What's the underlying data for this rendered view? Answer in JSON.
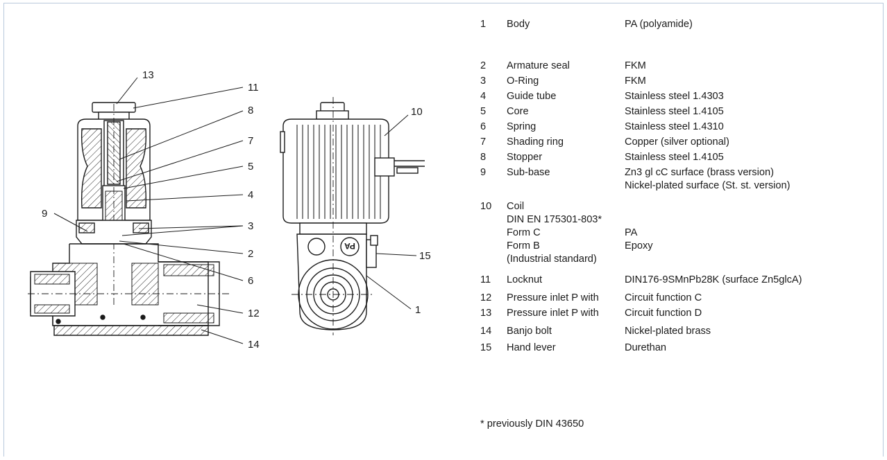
{
  "callouts": {
    "c1": "1",
    "c2": "2",
    "c3": "3",
    "c4": "4",
    "c5": "5",
    "c6": "6",
    "c7": "7",
    "c8": "8",
    "c9": "9",
    "c10": "10",
    "c11": "11",
    "c12": "12",
    "c13": "13",
    "c14": "14",
    "c15": "15"
  },
  "labels": {
    "pa_mark": "PA"
  },
  "parts": [
    {
      "num": "1",
      "name": [
        "Body"
      ],
      "material": [
        "PA (polyamide)"
      ]
    },
    {
      "num": "2",
      "name": [
        "Armature seal"
      ],
      "material": [
        "FKM"
      ]
    },
    {
      "num": "3",
      "name": [
        "O-Ring"
      ],
      "material": [
        "FKM"
      ]
    },
    {
      "num": "4",
      "name": [
        "Guide tube"
      ],
      "material": [
        "Stainless steel 1.4303"
      ]
    },
    {
      "num": "5",
      "name": [
        "Core"
      ],
      "material": [
        "Stainless steel 1.4105"
      ]
    },
    {
      "num": "6",
      "name": [
        "Spring"
      ],
      "material": [
        "Stainless steel 1.4310"
      ]
    },
    {
      "num": "7",
      "name": [
        "Shading ring"
      ],
      "material": [
        "Copper (silver optional)"
      ]
    },
    {
      "num": "8",
      "name": [
        "Stopper"
      ],
      "material": [
        "Stainless steel 1.4105"
      ]
    },
    {
      "num": "9",
      "name": [
        "Sub-base"
      ],
      "material": [
        "Zn3 gl cC surface (brass version)",
        "Nickel-plated surface (St. st. version)"
      ]
    },
    {
      "num": "10",
      "name": [
        "Coil",
        "DIN EN 175301-803*",
        "Form C",
        "Form B",
        "(Industrial standard)"
      ],
      "material": [
        "",
        "",
        "PA",
        "Epoxy",
        ""
      ]
    },
    {
      "num": "11",
      "name": [
        "Locknut"
      ],
      "material": [
        "DIN176-9SMnPb28K (surface Zn5glcA)"
      ]
    },
    {
      "num": "12",
      "name": [
        "Pressure inlet P with"
      ],
      "material": [
        "Circuit function C"
      ]
    },
    {
      "num": "13",
      "name": [
        "Pressure inlet P with"
      ],
      "material": [
        "Circuit function D"
      ]
    },
    {
      "num": "14",
      "name": [
        "Banjo bolt"
      ],
      "material": [
        "Nickel-plated brass"
      ]
    },
    {
      "num": "15",
      "name": [
        "Hand lever"
      ],
      "material": [
        "Durethan"
      ]
    }
  ],
  "footnote": "* previously DIN 43650"
}
